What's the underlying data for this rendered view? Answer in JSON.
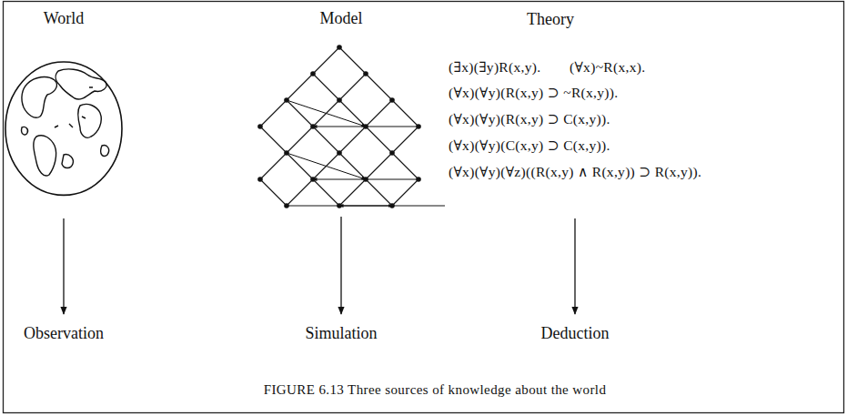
{
  "diagram": {
    "caption": "FIGURE 6.13 Three sources of knowledge about the world",
    "nodes": [
      {
        "text": [
          "World"
        ]
      },
      {
        "text": [
          "Model"
        ]
      }
    ],
    "labels": [
      "Theory",
      "(∃x)(∃y)R(x,y).",
      "(∀x)~R(x,x).",
      "(∀x)(∀y)(R(x,y) ⊃ ~R(x,y)).",
      "(∀x)(∀y)(R(x,y) ⊃ C(x,y)).",
      "(∀x)(∀y)(C(x,y) ⊃ C(x,y)).",
      "(∀x)(∀y)(∀z)((R(x,y) ∧ R(x,y)) ⊃ R(x,y)).",
      "Observation",
      "Simulation",
      "Deduction"
    ]
  }
}
